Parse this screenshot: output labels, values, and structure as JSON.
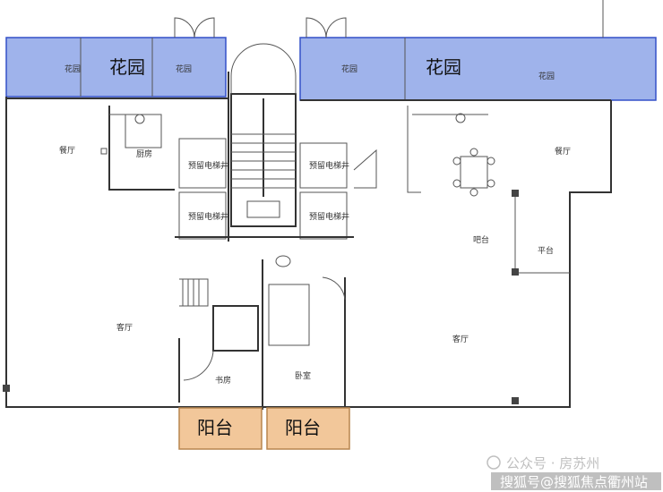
{
  "colors": {
    "garden_fill": "#8ea6e8",
    "garden_stroke": "#3350c8",
    "balcony_fill": "#f2c79a",
    "balcony_stroke": "#b8864f",
    "wall": "#333333",
    "watermark_text": "#bfbfbf"
  },
  "garden_left": {
    "big_label": "花园",
    "small_label_a": "花园",
    "small_label_b": "花园"
  },
  "garden_right": {
    "big_label": "花园",
    "small_label_a": "花园",
    "small_label_b": "花园"
  },
  "rooms": {
    "dining_left": "餐厅",
    "kitchen_left": "厨房",
    "reserved_shaft_1": "预留电梯井",
    "reserved_shaft_2": "预留电梯井",
    "reserved_shaft_3": "预留电梯井",
    "reserved_shaft_4": "预留电梯井",
    "living_left": "客厅",
    "study": "书房",
    "bedroom": "卧室",
    "bar_counter": "吧台",
    "platform": "平台",
    "dining_right": "餐厅",
    "living_right": "客厅"
  },
  "balconies": {
    "left": "阳台",
    "right": "阳台"
  },
  "watermark": {
    "line1": "公众号 · 房苏州",
    "line2": "搜狐号@搜狐焦点衢州站"
  }
}
